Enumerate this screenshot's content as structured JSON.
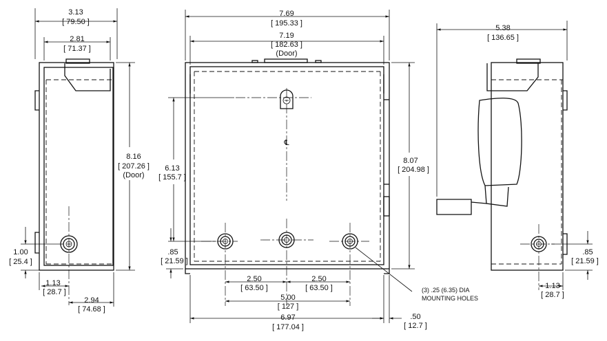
{
  "dimensions": {
    "side_width": {
      "in": "3.13",
      "mm": "[ 79.50 ]"
    },
    "side_inner_width": {
      "in": "2.81",
      "mm": "[ 71.37 ]"
    },
    "side_door_height": {
      "in": "8.16",
      "mm": "[ 207.26 ]",
      "note": "(Door)"
    },
    "side_hole_bottom": {
      "in": "1.00",
      "mm": "[ 25.4 ]"
    },
    "side_hole_offset": {
      "in": "1.13",
      "mm": "[ 28.7 ]"
    },
    "side_depth": {
      "in": "2.94",
      "mm": "[ 74.68 ]"
    },
    "front_width": {
      "in": "7.69",
      "mm": "[ 195.33 ]"
    },
    "front_door_width": {
      "in": "7.19",
      "mm": "[ 182.63 ]",
      "note": "(Door)"
    },
    "front_hole_span": {
      "in": "6.13",
      "mm": "[ 155.7 ]"
    },
    "front_height": {
      "in": "8.07",
      "mm": "[ 204.98 ]"
    },
    "front_hole_bottom": {
      "in": ".85",
      "mm": "[ 21.59 ]"
    },
    "front_hole_left": {
      "in": "2.50",
      "mm": "[ 63.50 ]"
    },
    "front_hole_right": {
      "in": "2.50",
      "mm": "[ 63.50 ]"
    },
    "front_hole_total": {
      "in": "5.00",
      "mm": "[ 127 ]"
    },
    "front_base_width": {
      "in": "6.97",
      "mm": "[ 177.04 ]"
    },
    "front_flange": {
      "in": ".50",
      "mm": "[ 12.7 ]"
    },
    "right_depth": {
      "in": "5.38",
      "mm": "[ 136.65 ]"
    },
    "right_hole_bottom": {
      "in": ".85",
      "mm": "[ 21.59 ]"
    },
    "right_hole_offset": {
      "in": "1.13",
      "mm": "[ 28.7 ]"
    }
  },
  "centerline_symbol": "℄",
  "hole_note": {
    "line1": "(3) .25 (6.35) DIA",
    "line2": "MOUNTING HOLES"
  }
}
